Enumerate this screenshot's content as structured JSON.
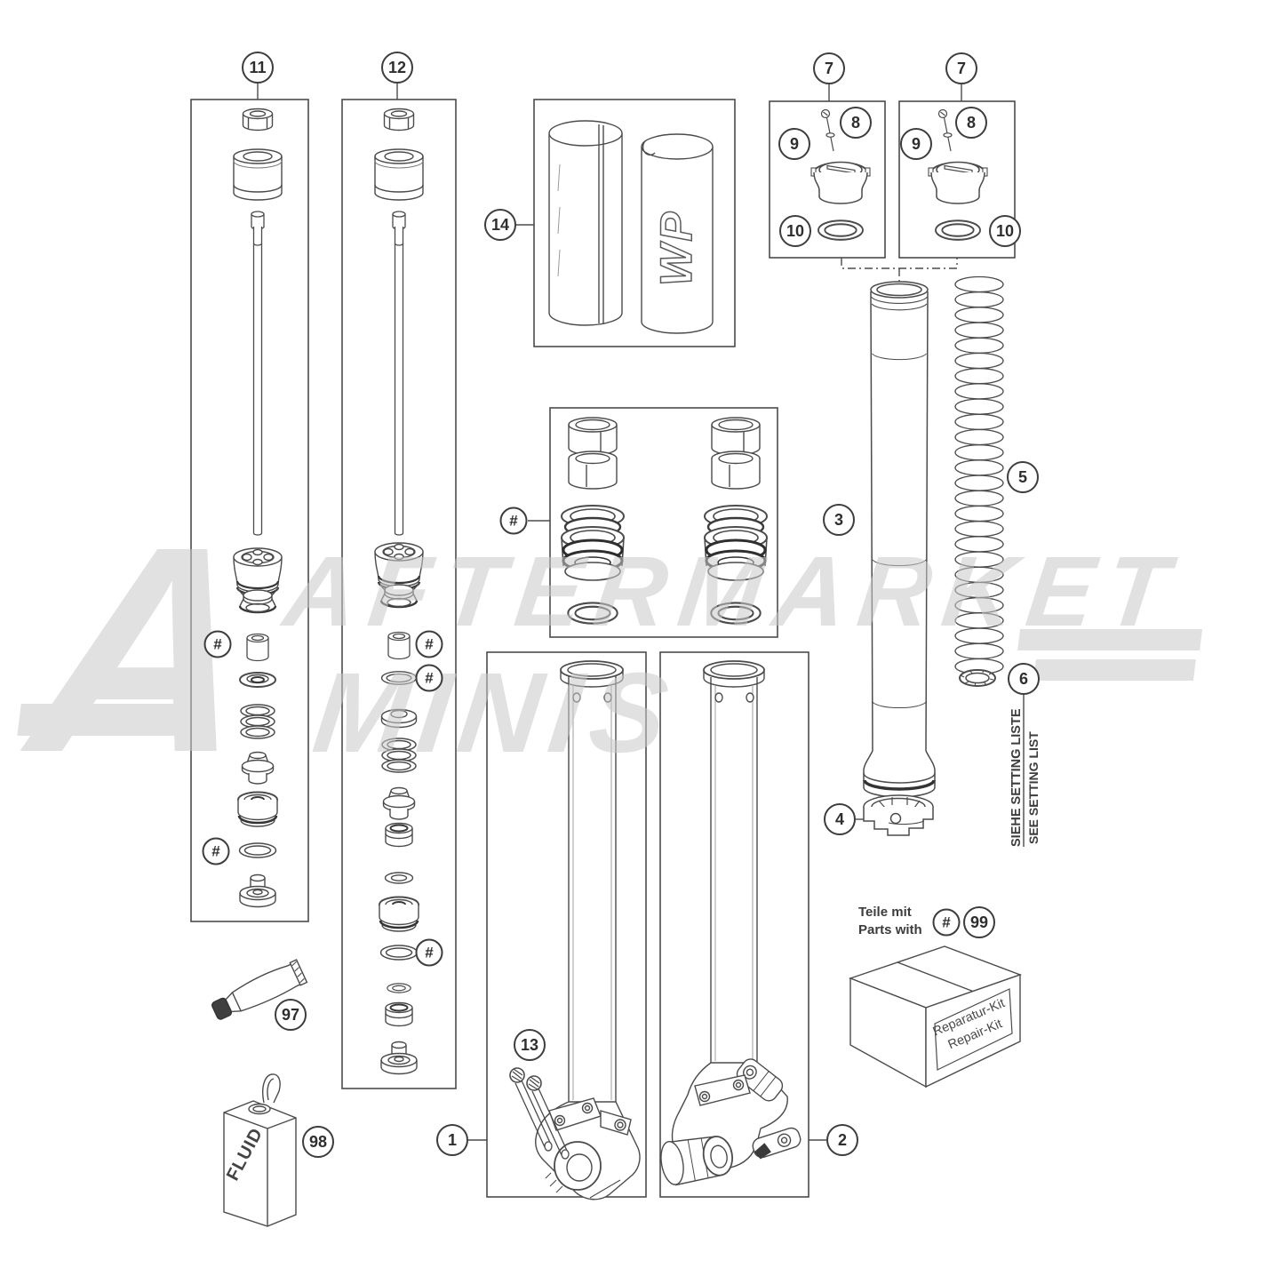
{
  "watermark": {
    "monogram": "A",
    "line1": "AFTERMARKET",
    "line2": "MINIS"
  },
  "callouts": {
    "n1": "1",
    "n2": "2",
    "n3": "3",
    "n4": "4",
    "n5": "5",
    "n6": "6",
    "n7": "7",
    "n8": "8",
    "n9": "9",
    "n10": "10",
    "n11": "11",
    "n12": "12",
    "n13": "13",
    "n14": "14",
    "n97": "97",
    "n98": "98",
    "n99": "99",
    "hash": "#"
  },
  "labels": {
    "setting_note_de": "SIEHE SETTING LISTE",
    "setting_note_en": "SEE SETTING LIST",
    "parts_with_de": "Teile mit",
    "parts_with_en": "Parts with",
    "repair_kit_de": "Reparatur-Kit",
    "repair_kit_en": "Repair-Kit",
    "fluid_label": "FLUID",
    "wp_logo": "WP"
  }
}
